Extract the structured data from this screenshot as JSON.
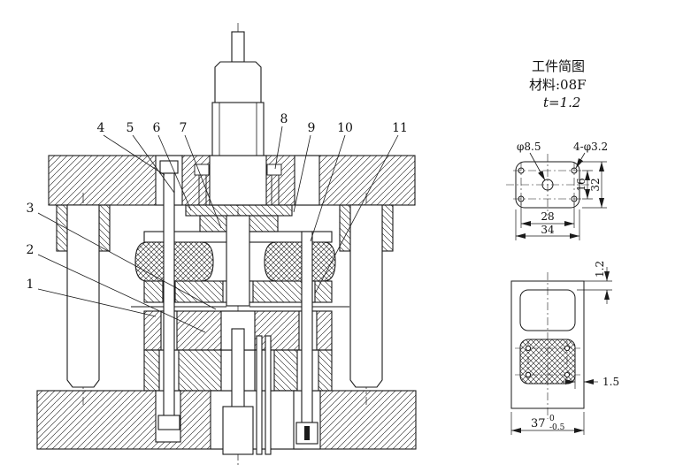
{
  "colors": {
    "ink": "#1a1a1a",
    "paper": "#ffffff"
  },
  "assembly": {
    "callouts": [
      "1",
      "2",
      "3",
      "4",
      "5",
      "6",
      "7",
      "8",
      "9",
      "10",
      "11"
    ]
  },
  "workpiece": {
    "title": "工件简图",
    "material": "材料:08F",
    "thickness": "t=1.2",
    "top_view": {
      "center_hole": "φ8.5",
      "corner_holes": "4-φ3.2",
      "hole_pitch_v": "16",
      "height": "32",
      "hole_pitch_h": "28",
      "width": "34"
    },
    "section_view": {
      "sheet_thickness": "1.2",
      "edge_distance": "1.5",
      "overall": "37",
      "tol_upper": "0",
      "tol_lower": "-0.5"
    }
  }
}
